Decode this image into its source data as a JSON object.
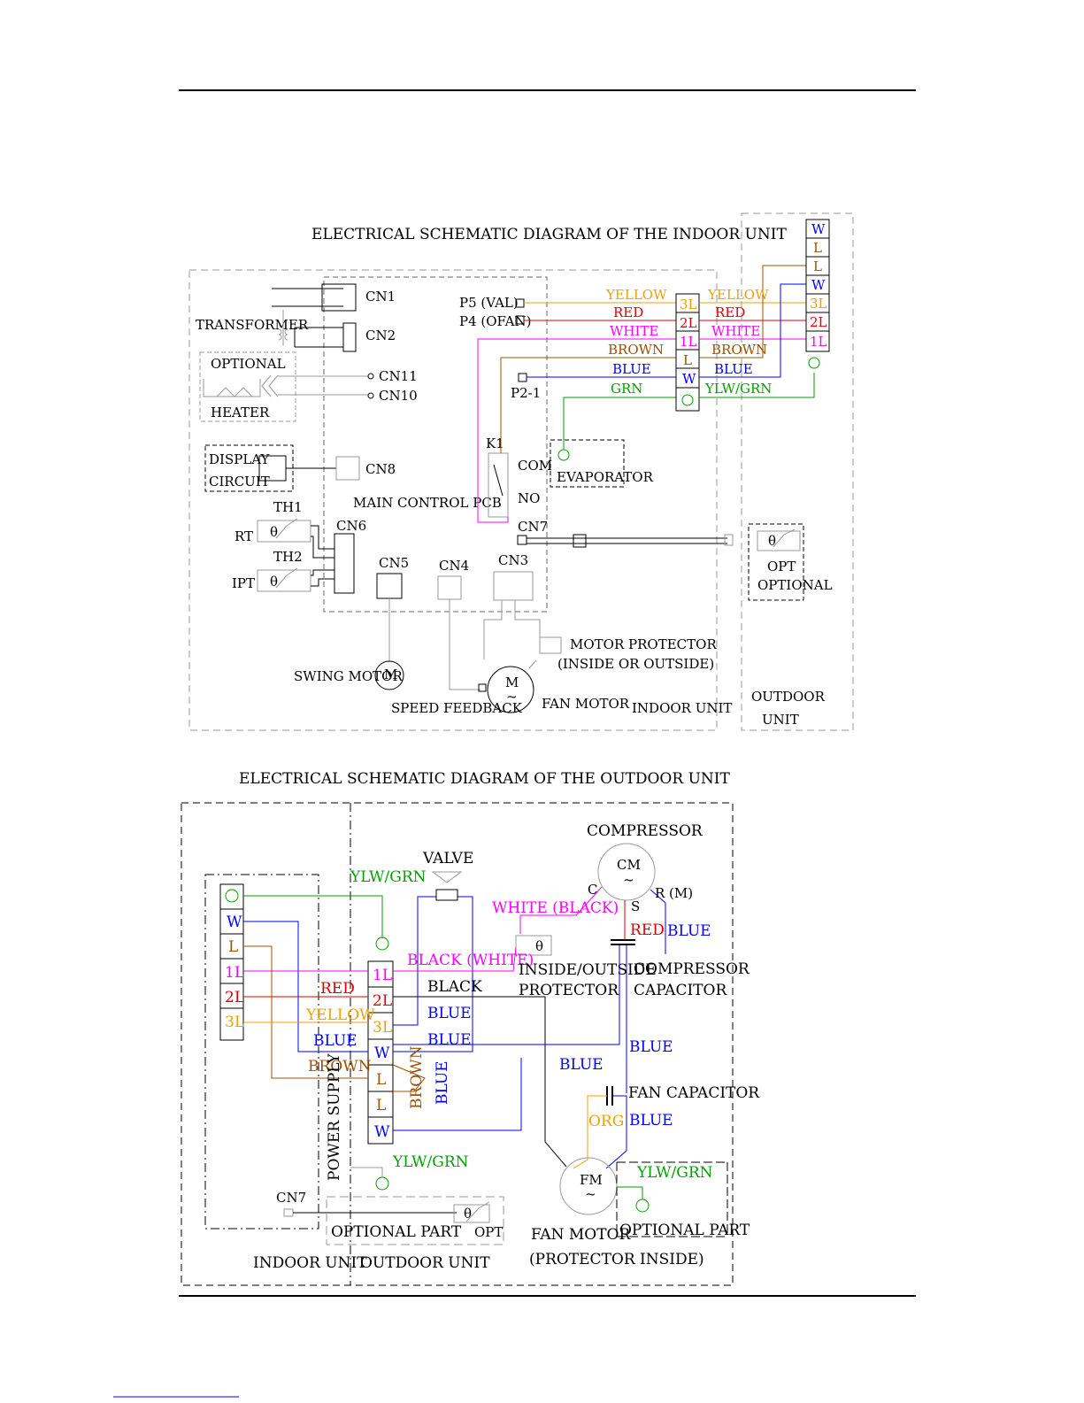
{
  "colors": {
    "black": "#000000",
    "yellow": "#f0a000",
    "red": "#e00000",
    "magenta": "#ff00ff",
    "brown": "#a05000",
    "blue": "#0000ff",
    "green": "#00a000"
  },
  "indoor": {
    "title": "ELECTRICAL SCHEMATIC DIAGRAM OF THE INDOOR UNIT",
    "cn1": "CN1",
    "cn2": "CN2",
    "transformer": "TRANSFORMER",
    "optional": "OPTIONAL",
    "heater": "HEATER",
    "cn11": "CN11",
    "cn10": "CN10",
    "display1": "DISPLAY",
    "display2": "CIRCUIT",
    "cn8": "CN8",
    "main_pcb": "MAIN CONTROL PCB",
    "th1": "TH1",
    "th2": "TH2",
    "rt": "RT",
    "ipt": "IPT",
    "cn6": "CN6",
    "cn5": "CN5",
    "cn4": "CN4",
    "cn3": "CN3",
    "cn7": "CN7",
    "p5": "P5 (VAL)",
    "p4": "P4 (OFAN)",
    "p21": "P2-1",
    "k1": "K1",
    "com": "COM",
    "no": "NO",
    "evaporator": "EVAPORATOR",
    "opt": "OPT",
    "opt_optional": "OPTIONAL",
    "motor_protector": "MOTOR PROTECTOR",
    "inside_outside": "(INSIDE OR OUTSIDE)",
    "swing_motor": "SWING MOTOR",
    "speed_feedback": "SPEED FEEDBACK",
    "fan_motor": "FAN MOTOR",
    "m": "M",
    "m_small": "M",
    "indoor_unit": "INDOOR UNIT",
    "outdoor1": "OUTDOOR",
    "outdoor2": "UNIT",
    "wires": [
      "YELLOW",
      "RED",
      "WHITE",
      "BROWN",
      "BLUE",
      "GRN"
    ],
    "wires_right": [
      "YELLOW",
      "RED",
      "WHITE",
      "BROWN",
      "BLUE",
      "YLW/GRN"
    ],
    "term_left": [
      "3L",
      "2L",
      "1L",
      "L",
      "W"
    ],
    "term_right": [
      "W",
      "L",
      "L",
      "W",
      "3L",
      "2L",
      "1L"
    ]
  },
  "outdoor": {
    "title": "ELECTRICAL SCHEMATIC DIAGRAM OF THE OUTDOOR UNIT",
    "term_left": [
      "W",
      "L",
      "1L",
      "2L",
      "3L"
    ],
    "term_mid": [
      "1L",
      "2L",
      "3L",
      "W",
      "L",
      "L",
      "W"
    ],
    "ylwgrn_top": "YLW/GRN",
    "valve": "VALVE",
    "compressor": "COMPRESSOR",
    "cm": "CM",
    "c": "C",
    "s": "S",
    "rm": "R (M)",
    "white_black": "WHITE (BLACK)",
    "black_white": "BLACK (WHITE)",
    "red": "RED",
    "blue_comp": "BLUE",
    "protector1": "INSIDE/OUTSIDE",
    "protector2": "PROTECTOR",
    "comp_cap1": "COMPRESSOR",
    "comp_cap2": "CAPACITOR",
    "red_left": "RED",
    "yellow_left": "YELLOW",
    "blue_left": "BLUE",
    "brown_left": "BROWN",
    "black": "BLACK",
    "blue1": "BLUE",
    "blue2": "BLUE",
    "blue3": "BLUE",
    "blue4": "BLUE",
    "blue5": "BLUE",
    "brown_vert": "BROWN",
    "blue_vert": "BLUE",
    "fan_cap": "FAN CAPACITOR",
    "org": "ORG",
    "power_supply": "POWER SUPPLY",
    "ylwgrn_mid": "YLW/GRN",
    "ylwgrn_right": "YLW/GRN",
    "cn7": "CN7",
    "optional_part": "OPTIONAL PART",
    "opt": "OPT",
    "fm": "FM",
    "fan_motor": "FAN MOTOR",
    "protector_inside": "(PROTECTOR INSIDE)",
    "optional_part2": "OPTIONAL PART",
    "indoor_unit": "INDOOR UNIT",
    "outdoor_unit": "OUTDOOR UNIT"
  }
}
